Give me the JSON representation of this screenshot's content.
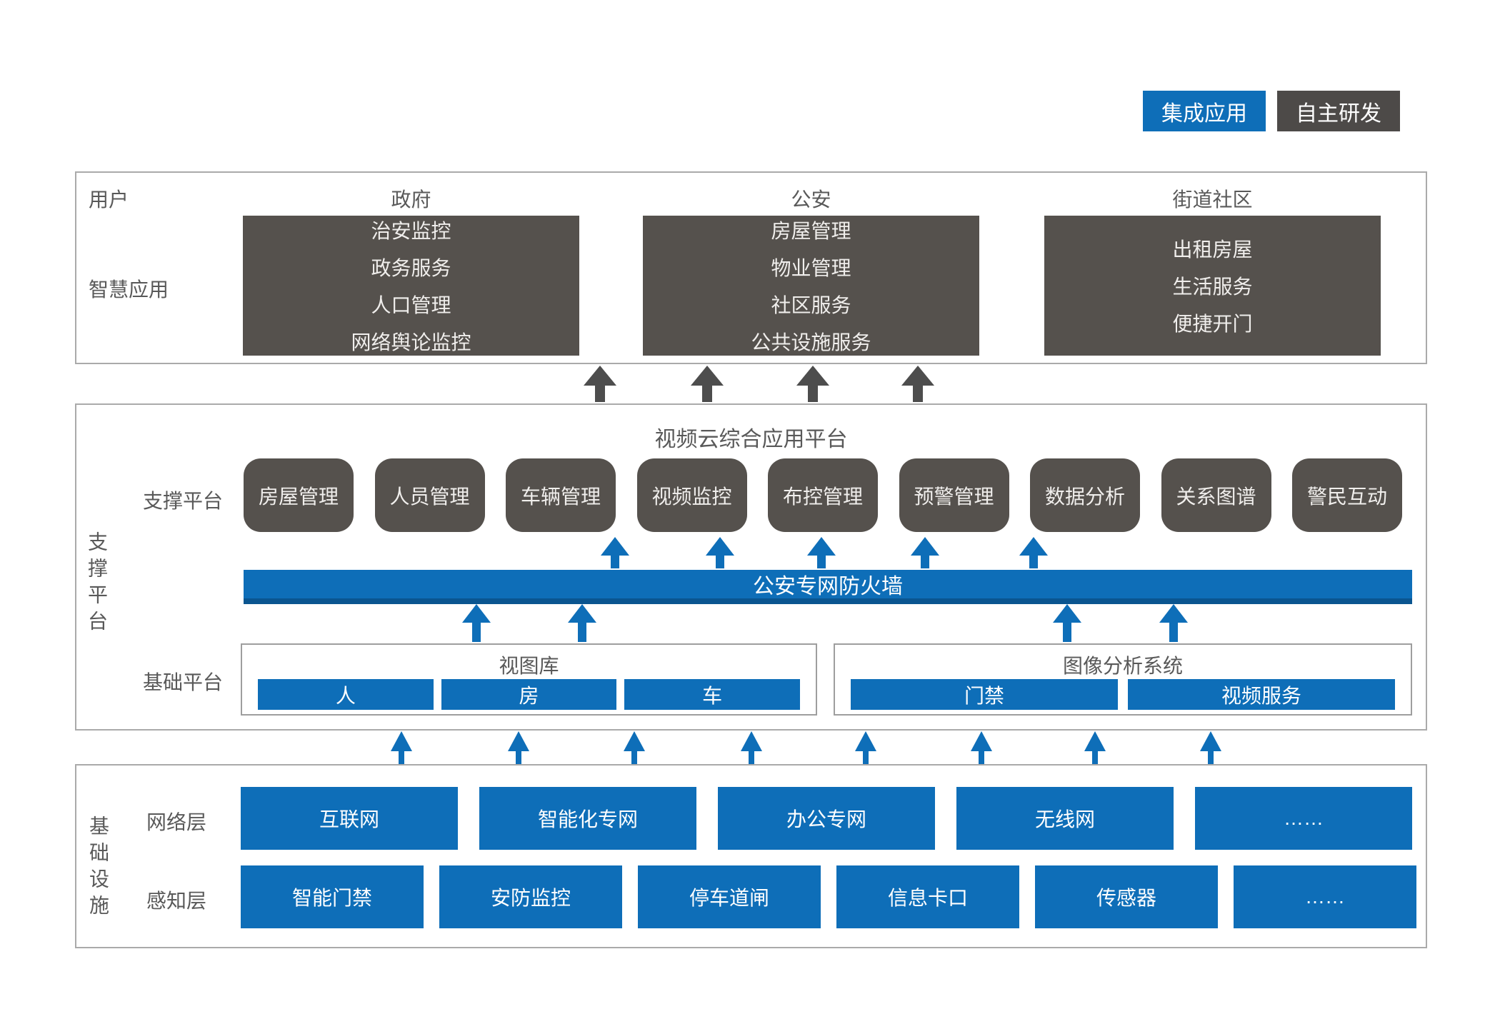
{
  "legend": {
    "integrated_label": "集成应用",
    "self_developed_label": "自主研发"
  },
  "top_panel": {
    "user_label": "用户",
    "smart_app_label": "智慧应用",
    "columns": [
      {
        "header": "政府",
        "items": [
          "治安监控",
          "政务服务",
          "人口管理",
          "网络舆论监控"
        ]
      },
      {
        "header": "公安",
        "items": [
          "房屋管理",
          "物业管理",
          "社区服务",
          "公共设施服务"
        ]
      },
      {
        "header": "街道社区",
        "items": [
          "出租房屋",
          "生活服务",
          "便捷开门"
        ]
      }
    ]
  },
  "middle_panel": {
    "side_label": "支撑平台",
    "title": "视频云综合应用平台",
    "support_label": "支撑平台",
    "support_boxes": [
      "房屋管理",
      "人员管理",
      "车辆管理",
      "视频监控",
      "布控管理",
      "预警管理",
      "数据分析",
      "关系图谱",
      "警民互动"
    ],
    "firewall_label": "公安专网防火墙",
    "base_label": "基础平台",
    "base_groups": [
      {
        "title": "视图库",
        "bars": [
          "人",
          "房",
          "车"
        ]
      },
      {
        "title": "图像分析系统",
        "bars": [
          "门禁",
          "视频服务"
        ]
      }
    ]
  },
  "bottom_panel": {
    "side_label": "基础设施",
    "network_label": "网络层",
    "network_boxes": [
      "互联网",
      "智能化专网",
      "办公专网",
      "无线网",
      "……"
    ],
    "sense_label": "感知层",
    "sense_boxes": [
      "智能门禁",
      "安防监控",
      "停车道闸",
      "信息卡口",
      "传感器",
      "……"
    ]
  },
  "colors": {
    "blue": "#0e6eb8",
    "blue_shadow": "#0a5590",
    "dark_box": "#55514d",
    "dark_arrow": "#4d4d4d",
    "border_gray": "#aaaaaa",
    "label_gray": "#595959"
  }
}
